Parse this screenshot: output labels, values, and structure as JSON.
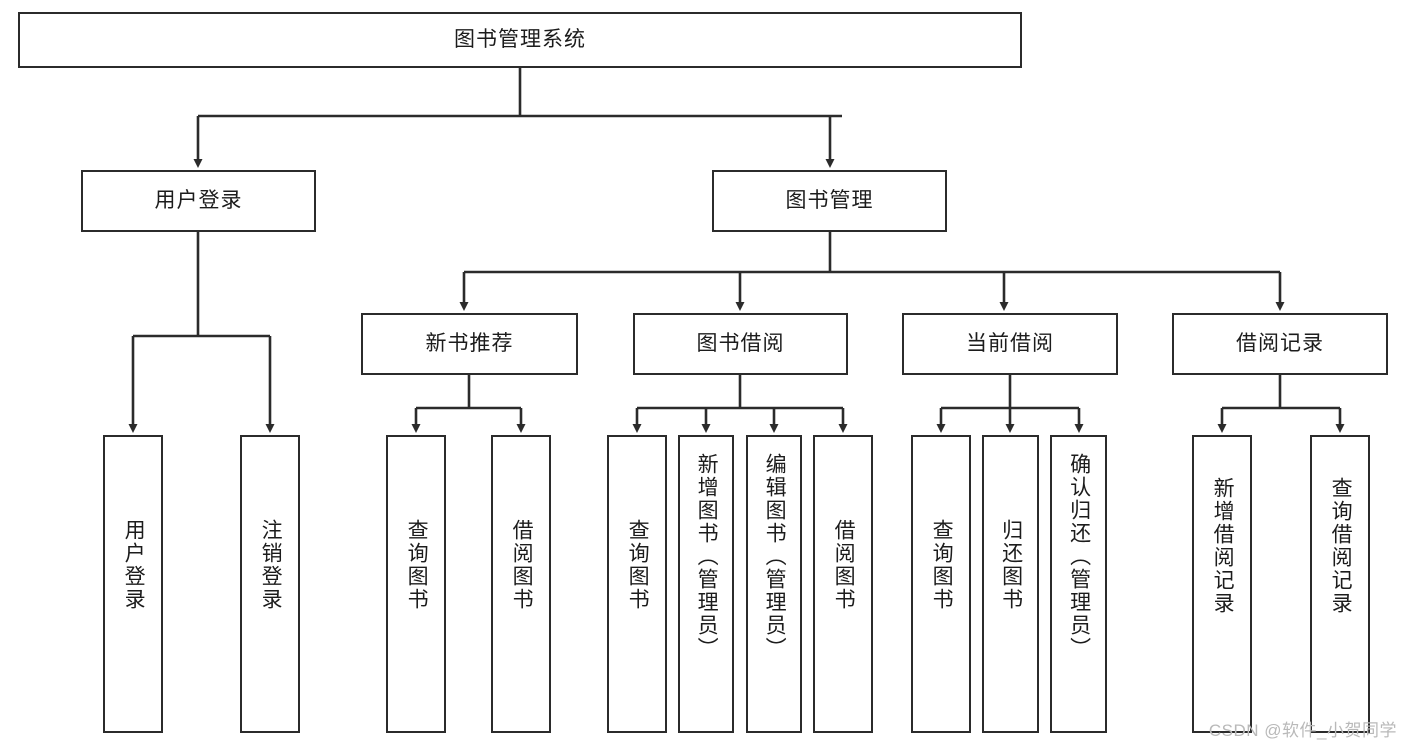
{
  "diagram": {
    "title": "图书管理系统",
    "type": "tree-hierarchy",
    "colors": {
      "background": "#ffffff",
      "box_border": "#2b2b2b",
      "box_fill": "#ffffff",
      "connector": "#2b2b2b",
      "text": "#1c1c1c",
      "watermark": "#b9b9b9"
    },
    "root": {
      "label": "图书管理系统"
    },
    "level1": [
      {
        "id": "user-login",
        "label": "用户登录"
      },
      {
        "id": "book-manage",
        "label": "图书管理"
      }
    ],
    "level2": [
      {
        "id": "new-book-rec",
        "label": "新书推荐",
        "parent": "book-manage"
      },
      {
        "id": "book-borrow",
        "label": "图书借阅",
        "parent": "book-manage"
      },
      {
        "id": "current-borrow",
        "label": "当前借阅",
        "parent": "book-manage"
      },
      {
        "id": "borrow-record",
        "label": "借阅记录",
        "parent": "book-manage"
      }
    ],
    "leaves": {
      "user-login": [
        {
          "id": "leaf-user-login",
          "label": "用户登录"
        },
        {
          "id": "leaf-logout",
          "label": "注销登录"
        }
      ],
      "new-book-rec": [
        {
          "id": "leaf-query-book-1",
          "label": "查询图书"
        },
        {
          "id": "leaf-borrow-book-1",
          "label": "借阅图书"
        }
      ],
      "book-borrow": [
        {
          "id": "leaf-query-book-2",
          "label": "查询图书"
        },
        {
          "id": "leaf-add-book",
          "label": "新增图书（管理员）"
        },
        {
          "id": "leaf-edit-book",
          "label": "编辑图书（管理员）"
        },
        {
          "id": "leaf-borrow-book-2",
          "label": "借阅图书"
        }
      ],
      "current-borrow": [
        {
          "id": "leaf-query-book-3",
          "label": "查询图书"
        },
        {
          "id": "leaf-return-book",
          "label": "归还图书"
        },
        {
          "id": "leaf-confirm-return",
          "label": "确认归还（管理员）"
        }
      ],
      "borrow-record": [
        {
          "id": "leaf-add-record",
          "label": "新增借阅记录"
        },
        {
          "id": "leaf-query-record",
          "label": "查询借阅记录"
        }
      ]
    }
  },
  "watermark": {
    "text": "CSDN @软件_小贺同学"
  }
}
